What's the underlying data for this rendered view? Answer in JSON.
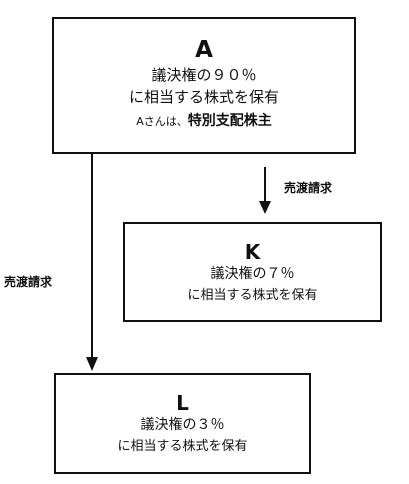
{
  "nodes": {
    "a": {
      "title": "A",
      "line1": "議決権の９０％",
      "line2": "に相当する株式を保有",
      "note_prefix": "Aさんは、",
      "note_emphasis": "特別支配株主"
    },
    "k": {
      "title": "K",
      "line1": "議決権の７％",
      "line2": "に相当する株式を保有"
    },
    "l": {
      "title": "L",
      "line1": "議決権の３％",
      "line2": "に相当する株式を保有"
    }
  },
  "edges": {
    "a_to_k": {
      "label": "売渡請求"
    },
    "a_to_l": {
      "label": "売渡請求"
    }
  },
  "colors": {
    "line": "#111111",
    "background": "#ffffff"
  }
}
